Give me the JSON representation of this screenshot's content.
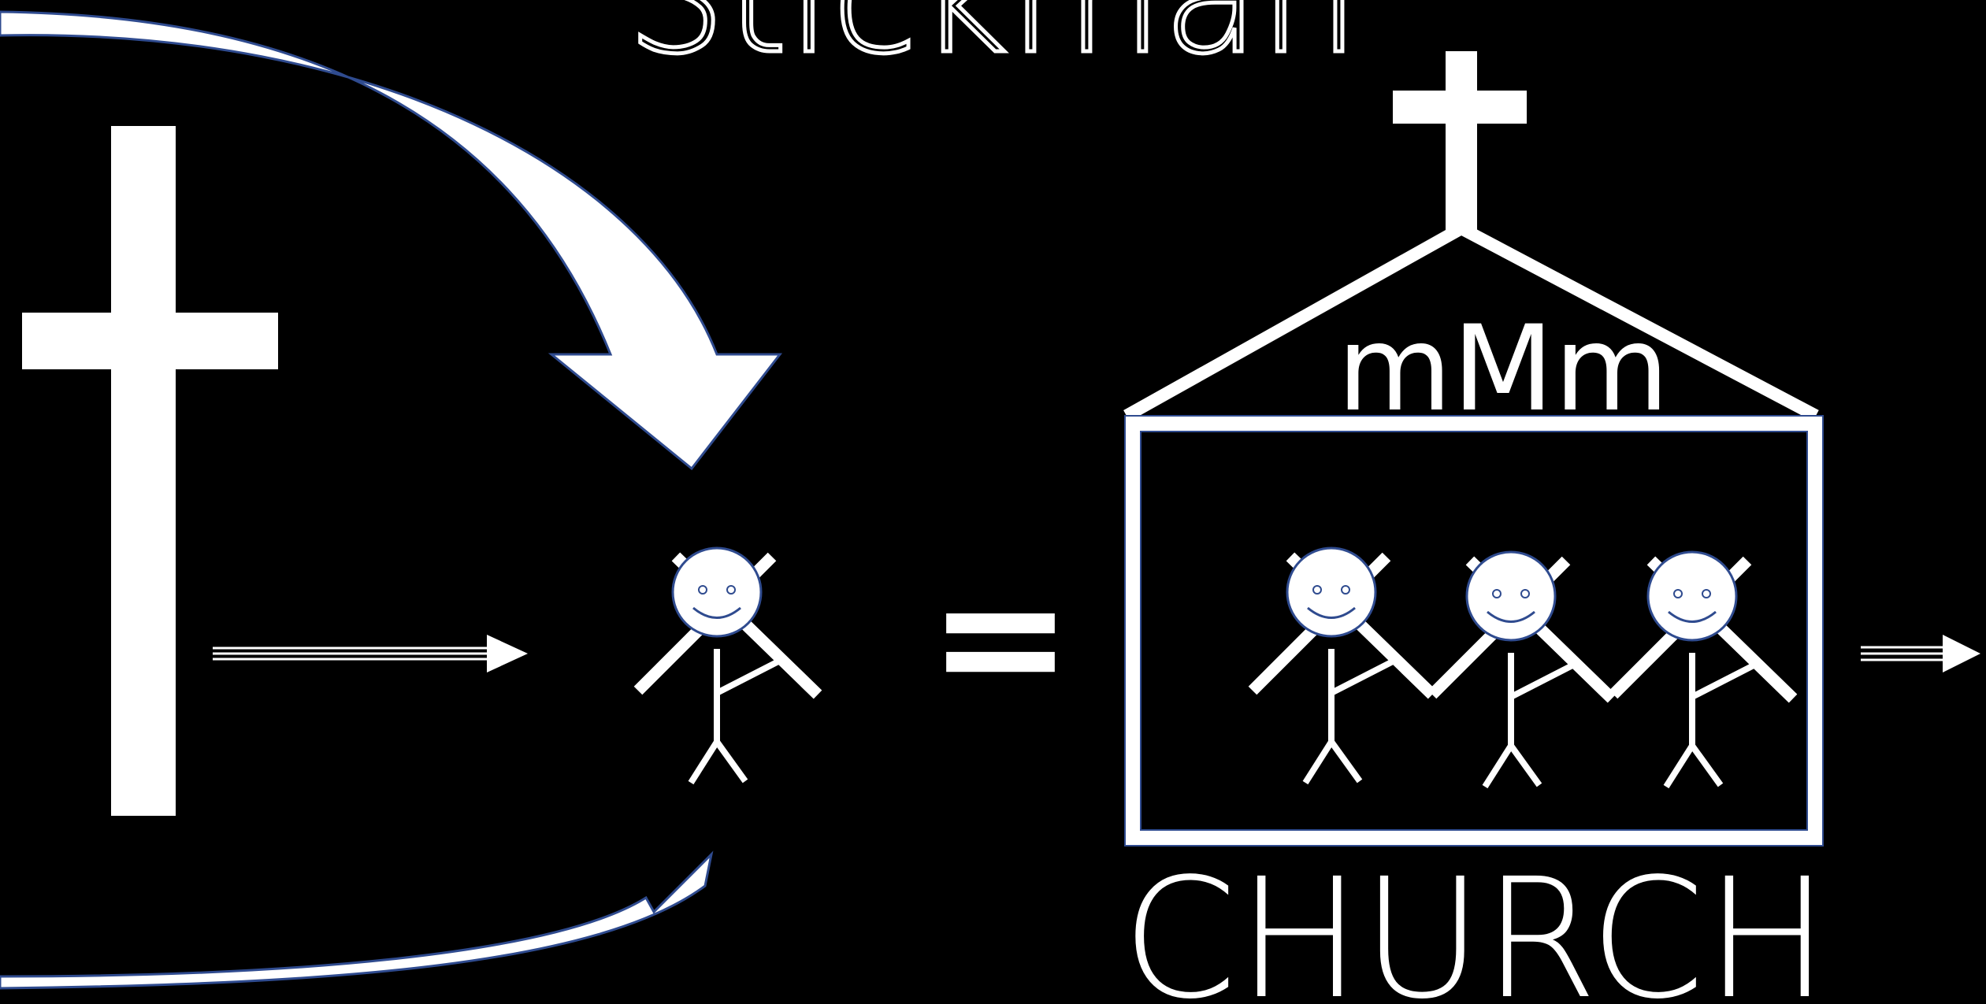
{
  "slide": {
    "title": "Stickman",
    "roof_label": "mMm",
    "building_label": "CHURCH",
    "equals_sign": "="
  },
  "colors": {
    "background": "#000000",
    "foreground": "#ffffff",
    "outline": "#2f4b8f"
  },
  "icons": {
    "cross": "latin-cross-icon",
    "stickman": "stickman-carrying-cross-icon",
    "church": "church-building-icon"
  }
}
